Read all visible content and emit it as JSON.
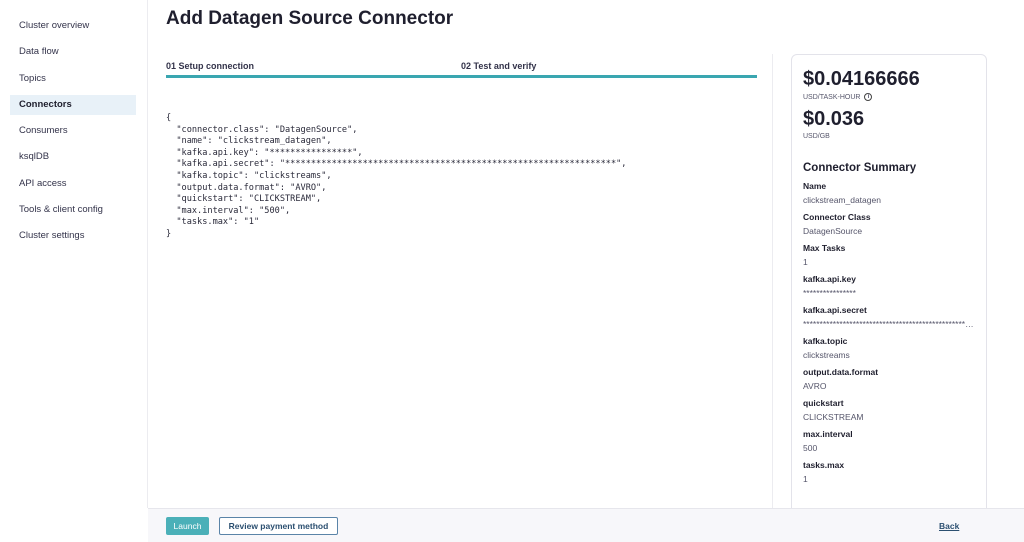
{
  "sidebar": {
    "items": [
      {
        "label": "Cluster overview"
      },
      {
        "label": "Data flow"
      },
      {
        "label": "Topics"
      },
      {
        "label": "Connectors",
        "active": true
      },
      {
        "label": "Consumers"
      },
      {
        "label": "ksqlDB"
      },
      {
        "label": "API access"
      },
      {
        "label": "Tools & client config"
      },
      {
        "label": "Cluster settings"
      }
    ]
  },
  "main": {
    "title": "Add Datagen Source Connector",
    "steps": [
      {
        "label": "01 Setup connection"
      },
      {
        "label": "02 Test and verify"
      }
    ],
    "progress_percent": 100,
    "config_json": "{\n  \"connector.class\": \"DatagenSource\",\n  \"name\": \"clickstream_datagen\",\n  \"kafka.api.key\": \"****************\",\n  \"kafka.api.secret\": \"****************************************************************\",\n  \"kafka.topic\": \"clickstreams\",\n  \"output.data.format\": \"AVRO\",\n  \"quickstart\": \"CLICKSTREAM\",\n  \"max.interval\": \"500\",\n  \"tasks.max\": \"1\"\n}"
  },
  "pricing": {
    "task_price": "$0.04166666",
    "task_unit": "USD/TASK-HOUR",
    "info_icon": "info-icon",
    "gb_price": "$0.036",
    "gb_unit": "USD/GB"
  },
  "summary": {
    "title": "Connector Summary",
    "fields": [
      {
        "label": "Name",
        "value": "clickstream_datagen"
      },
      {
        "label": "Connector Class",
        "value": "DatagenSource"
      },
      {
        "label": "Max Tasks",
        "value": "1"
      },
      {
        "label": "kafka.api.key",
        "value": "****************"
      },
      {
        "label": "kafka.api.secret",
        "value": "******************************************************************"
      },
      {
        "label": "kafka.topic",
        "value": "clickstreams"
      },
      {
        "label": "output.data.format",
        "value": "AVRO"
      },
      {
        "label": "quickstart",
        "value": "CLICKSTREAM"
      },
      {
        "label": "max.interval",
        "value": "500"
      },
      {
        "label": "tasks.max",
        "value": "1"
      }
    ]
  },
  "footer": {
    "launch": "Launch",
    "review": "Review payment method",
    "back": "Back"
  },
  "colors": {
    "accent": "#3aa6b0",
    "launch_bg": "#4bb0b8",
    "link": "#2b4f70"
  }
}
